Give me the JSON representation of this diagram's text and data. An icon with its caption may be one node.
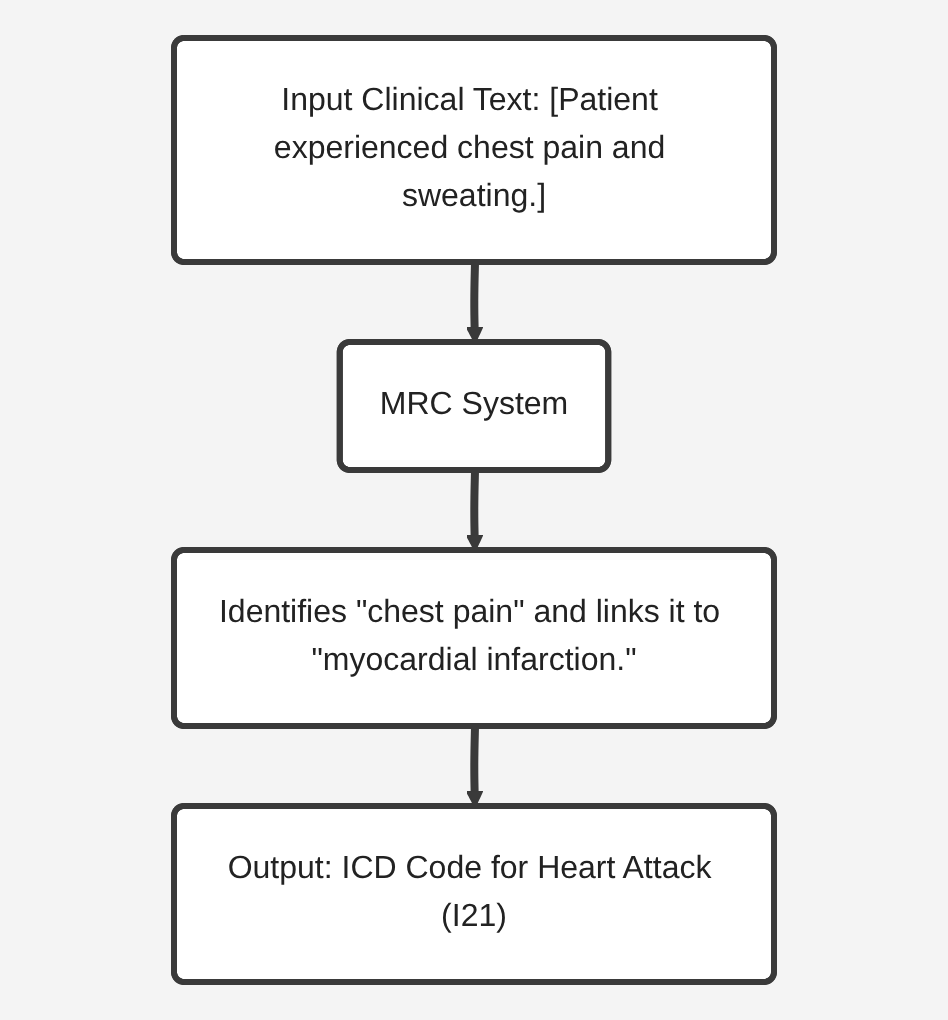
{
  "diagram": {
    "nodes": [
      {
        "text": [
          "Input Clinical Text: [Patient experienced chest pain and sweating.]"
        ]
      },
      {
        "text": [
          "MRC System"
        ]
      },
      {
        "text": [
          "Identifies \"chest pain\" and links it to \"myocardial infarction.\""
        ]
      },
      {
        "text": [
          "Output: ICD Code for Heart Attack (I21)"
        ]
      }
    ],
    "edges": [
      {
        "from": 0,
        "to": 1,
        "arrow": "to"
      },
      {
        "from": 1,
        "to": 2,
        "arrow": "to"
      },
      {
        "from": 2,
        "to": 3,
        "arrow": "to"
      }
    ]
  }
}
